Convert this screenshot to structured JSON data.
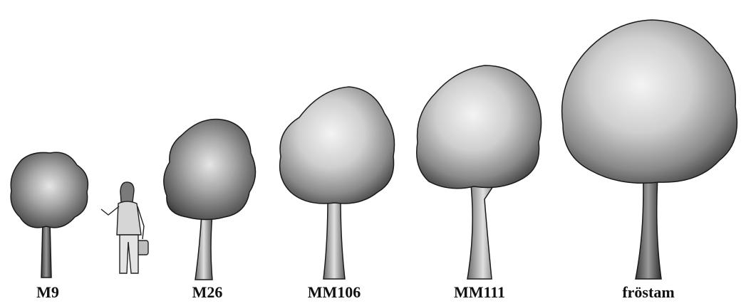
{
  "labels": {
    "m9": "M9",
    "m26": "M26",
    "mm106": "MM106",
    "mm111": "MM111",
    "frostam": "fröstam"
  },
  "colors": {
    "background": "#ffffff",
    "ink": "#111111"
  }
}
